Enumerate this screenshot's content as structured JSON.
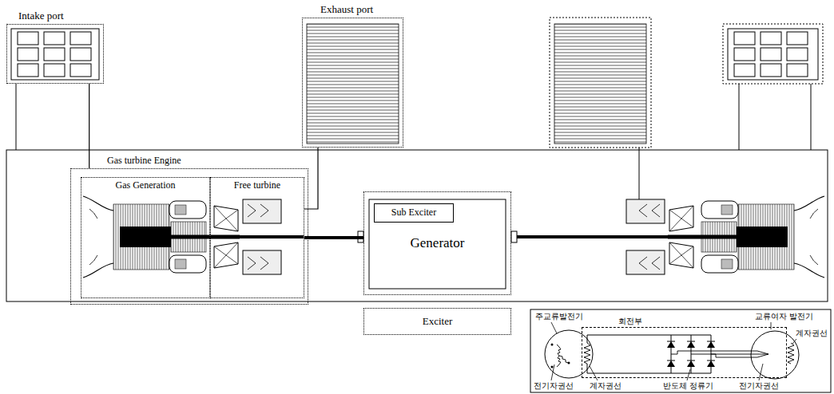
{
  "diagram": {
    "nodes": [
      {
        "text": [
          "Intake port"
        ]
      },
      {
        "text": [
          "Exhaust port"
        ]
      },
      {
        "text": [
          "Gas turbine Engine"
        ]
      },
      {
        "text": [
          "Gas Generation"
        ],
        "in": 2
      },
      {
        "text": [
          "Free turbine"
        ],
        "in": 2
      },
      {
        "text": [
          "Generator"
        ]
      },
      {
        "text": [
          "Sub Exciter"
        ],
        "in": 5
      },
      {
        "text": [
          "Exciter"
        ]
      },
      {
        "text": [
          "회전부"
        ]
      }
    ],
    "edges": [
      {
        "from": 0,
        "to": 2,
        "arrow": "none"
      },
      {
        "from": 1,
        "to": 4,
        "arrow": "none"
      },
      {
        "from": 4,
        "to": 5,
        "arrow": "none"
      }
    ],
    "labels": [
      "주교류발전기",
      "교류여자 발전기",
      "계자권선",
      "전기자권선",
      "계자권선",
      "반도체 정류기",
      "전기자권선"
    ]
  }
}
